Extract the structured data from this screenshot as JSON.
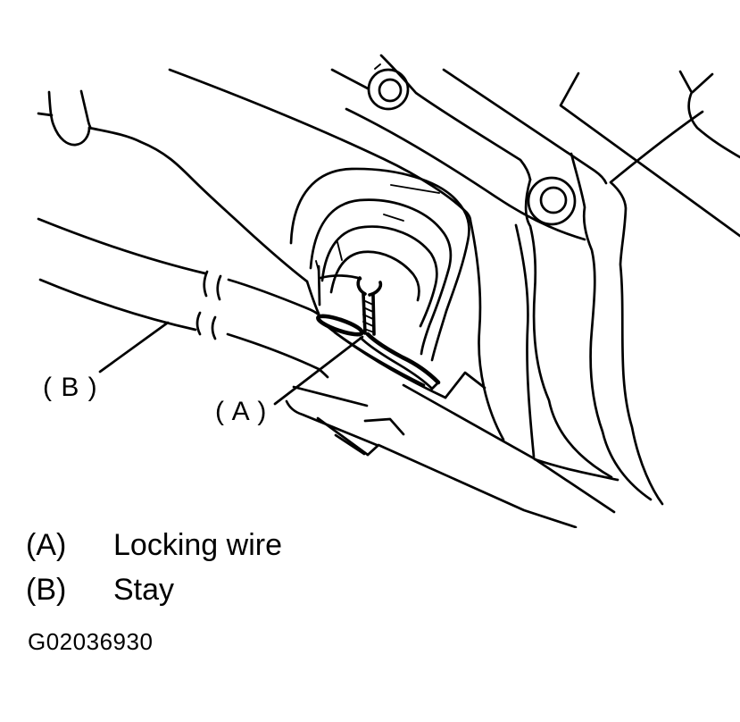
{
  "colors": {
    "ink": "#000000",
    "background": "#ffffff"
  },
  "diagram": {
    "part_labels": {
      "a": "( A )",
      "b": "( B )"
    }
  },
  "legend": {
    "items": [
      {
        "key": "(A)",
        "label": "Locking wire"
      },
      {
        "key": "(B)",
        "label": "Stay"
      }
    ]
  },
  "figure_id": "G02036930"
}
